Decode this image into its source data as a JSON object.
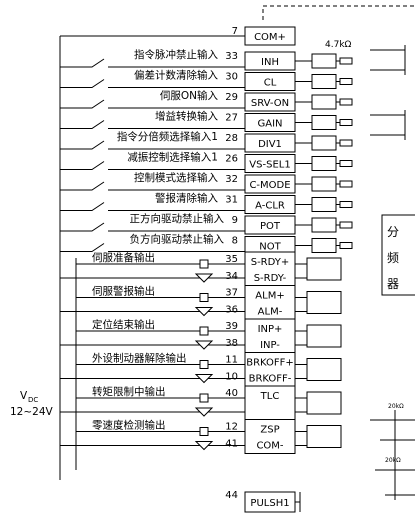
{
  "supply": {
    "label_main": "V",
    "label_sub": "DC",
    "label_range": "12~24V"
  },
  "resistor_value": "4.7kΩ",
  "divider_chars": [
    "分",
    "频",
    "器"
  ],
  "small_resistor_labels": [
    "20kΩ",
    "20kΩ"
  ],
  "common_top": {
    "pin": "7",
    "signal": "COM+"
  },
  "inputs": [
    {
      "label": "指令脉冲禁止输入",
      "pin": "33",
      "signal": "INH"
    },
    {
      "label": "偏差计数清除输入",
      "pin": "30",
      "signal": "CL"
    },
    {
      "label": "伺服ON输入",
      "pin": "29",
      "signal": "SRV-ON"
    },
    {
      "label": "增益转换输入",
      "pin": "27",
      "signal": "GAIN"
    },
    {
      "label": "指令分倍频选择输入1",
      "pin": "28",
      "signal": "DIV1"
    },
    {
      "label": "减振控制选择输入1",
      "pin": "26",
      "signal": "VS-SEL1"
    },
    {
      "label": "控制模式选择输入",
      "pin": "32",
      "signal": "C-MODE"
    },
    {
      "label": "警报清除输入",
      "pin": "31",
      "signal": "A-CLR"
    },
    {
      "label": "正方向驱动禁止输入",
      "pin": "9",
      "signal": "POT"
    },
    {
      "label": "负方向驱动禁止输入",
      "pin": "8",
      "signal": "NOT"
    }
  ],
  "outputs": [
    {
      "label": "伺服准备输出",
      "pin_plus": "35",
      "sig_plus": "S-RDY+",
      "pin_minus": "34",
      "sig_minus": "S-RDY-"
    },
    {
      "label": "伺服警报输出",
      "pin_plus": "37",
      "sig_plus": "ALM+",
      "pin_minus": "36",
      "sig_minus": "ALM-"
    },
    {
      "label": "定位结束输出",
      "pin_plus": "39",
      "sig_plus": "INP+",
      "pin_minus": "38",
      "sig_minus": "INP-"
    },
    {
      "label": "外设制动器解除输出",
      "pin_plus": "11",
      "sig_plus": "BRKOFF+",
      "pin_minus": "10",
      "sig_minus": "BRKOFF-"
    },
    {
      "label": "转矩限制中输出",
      "pin_plus": "40",
      "sig_plus": "TLC",
      "pin_minus": "",
      "sig_minus": ""
    },
    {
      "label": "零速度检测输出",
      "pin_plus": "12",
      "sig_plus": "ZSP",
      "pin_minus": "41",
      "sig_minus": "COM-"
    }
  ],
  "bottom": {
    "pin": "44",
    "signal": "PULSH1"
  }
}
